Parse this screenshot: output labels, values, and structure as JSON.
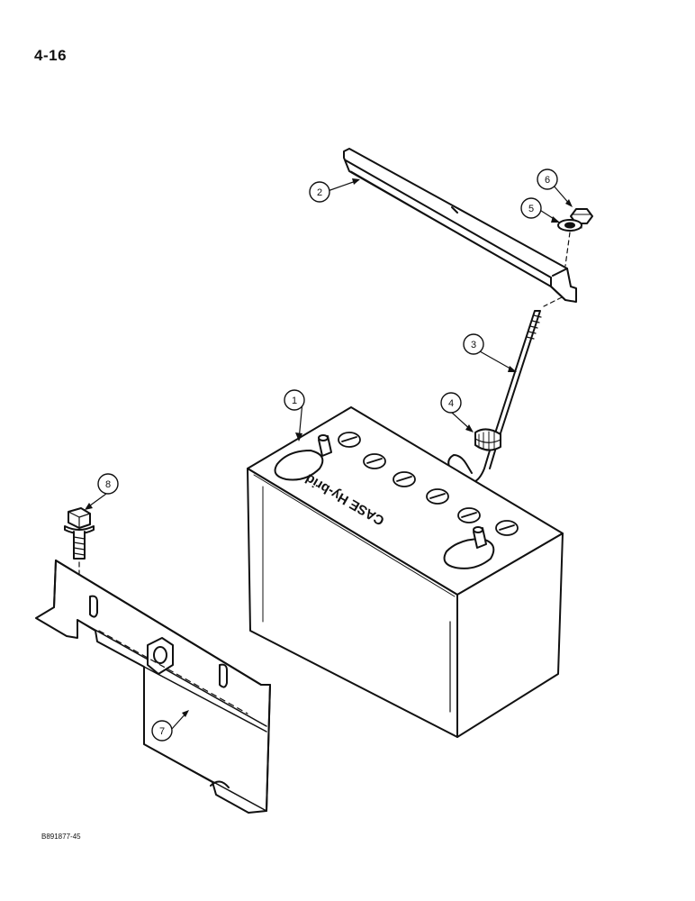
{
  "page": {
    "number": "4-16",
    "figure_code": "B891877-45"
  },
  "callouts": [
    {
      "id": "1",
      "part": "battery"
    },
    {
      "id": "2",
      "part": "hold-down-bar"
    },
    {
      "id": "3",
      "part": "j-bolt"
    },
    {
      "id": "4",
      "part": "grommet"
    },
    {
      "id": "5",
      "part": "washer"
    },
    {
      "id": "6",
      "part": "nut"
    },
    {
      "id": "7",
      "part": "battery-tray-bracket"
    },
    {
      "id": "8",
      "part": "cap-screw"
    }
  ],
  "battery": {
    "brand_label": "CASE Hy-brid"
  }
}
